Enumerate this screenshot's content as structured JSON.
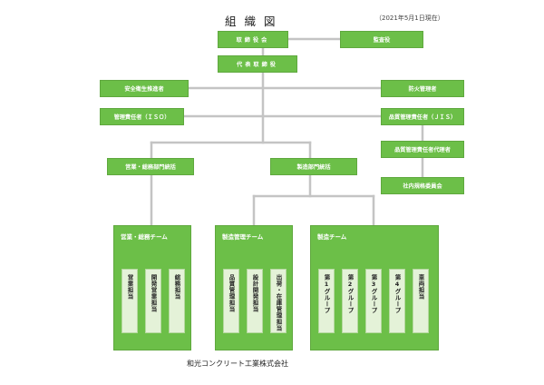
{
  "title": "組織図",
  "date_note": "（2021年5月1日現在）",
  "boxes": {
    "board": "取締役会",
    "auditor": "監査役",
    "representative": "代表取締役",
    "safety": "安全衛生推進者",
    "fire": "防火管理者",
    "iso": "管理責任者（ＩＳＯ）",
    "jis": "品質管理責任者（ＪＩＳ）",
    "jis_deputy": "品質管理責任者代理者",
    "standards_committee": "社内規格委員会",
    "sales_head": "営業・総務部門統括",
    "mfg_head": "製造部門統括"
  },
  "teams": [
    {
      "name": "営業・総務チーム",
      "members": [
        "営業担当",
        "開発営業担当",
        "総務担当"
      ]
    },
    {
      "name": "製造管理チーム",
      "members": [
        "品質管理担当",
        "設計開発担当",
        "出荷・在庫管理担当"
      ]
    },
    {
      "name": "製造チーム",
      "members": [
        "第1グループ",
        "第2グループ",
        "第3グループ",
        "第4グループ",
        "車両担当"
      ]
    }
  ],
  "company": "和光コンクリート工業株式会社",
  "colors": {
    "box": "#6cbf48",
    "card": "#e4f2d8",
    "line": "#c4c4c4"
  }
}
